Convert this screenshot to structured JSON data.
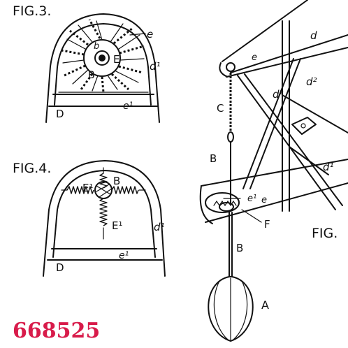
{
  "patent_number": "668525",
  "figures": {
    "fig3": {
      "title": "FIG.3.",
      "labels": {
        "e": "e",
        "b": "b",
        "E": "E",
        "d1": "d¹",
        "B": "B",
        "e1": "e¹",
        "D": "D"
      }
    },
    "fig4": {
      "title": "FIG.4.",
      "labels": {
        "E1_top": "E¹",
        "B": "B",
        "d1": "d¹",
        "E1_bottom": "E¹",
        "e1": "e¹",
        "D": "D"
      }
    },
    "fig_main": {
      "title": "FIG.",
      "labels": {
        "d": "d",
        "e": "e",
        "d2_a": "d²",
        "d2_b": "d²",
        "C": "C",
        "B_upper": "B",
        "d1": "d¹",
        "e1": "e¹",
        "e_lower": "e",
        "F": "F",
        "B_lower": "B",
        "A": "A"
      }
    }
  },
  "colors": {
    "ink": "#111111",
    "stamp": "#d81b4a",
    "paper": "#ffffff"
  }
}
